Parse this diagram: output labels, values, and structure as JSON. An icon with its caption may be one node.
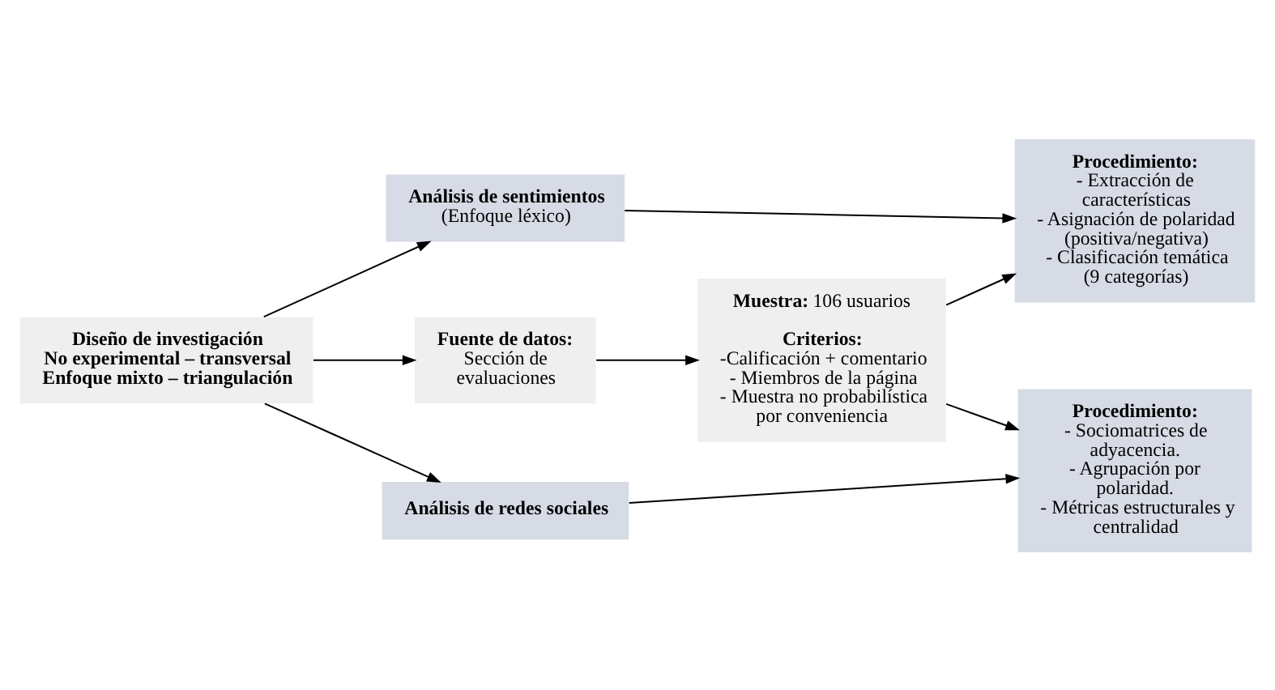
{
  "diagram": {
    "nodes": [
      {
        "text": [
          "Diseño de investigación",
          "No experimental – transversal",
          "Enfoque mixto – triangulación"
        ]
      },
      {
        "text": [
          "Análisis de sentimientos",
          "(Enfoque léxico)"
        ]
      },
      {
        "text": [
          "Procedimiento:",
          "- Extracción de características",
          "- Asignación de polaridad (positiva/negativa)",
          "- Clasificación temática (9 categorías)"
        ]
      },
      {
        "text": [
          "**Fuente de datos:** Sección de evaluaciones"
        ]
      },
      {
        "text": [
          "**Muestra:** 106 usuarios",
          "Criterios:",
          "-Calificación + comentario",
          "- Miembros de la página",
          "- Muestra no probabilística por conveniencia"
        ]
      },
      {
        "text": [
          "Análisis de redes sociales"
        ]
      },
      {
        "text": [
          "Procedimiento:",
          "- Sociomatrices de adyacencia.",
          "- Agrupación por polaridad.",
          "- Métricas estructurales y centralidad"
        ]
      }
    ],
    "edges": [
      {
        "from": 0,
        "to": 1,
        "arrow": "to"
      },
      {
        "from": 0,
        "to": 3,
        "arrow": "to"
      },
      {
        "from": 0,
        "to": 5,
        "arrow": "to"
      },
      {
        "from": 1,
        "to": 2,
        "arrow": "to"
      },
      {
        "from": 3,
        "to": 4,
        "arrow": "to"
      },
      {
        "from": 4,
        "to": 2,
        "arrow": "to"
      },
      {
        "from": 4,
        "to": 6,
        "arrow": "to"
      },
      {
        "from": 5,
        "to": 6,
        "arrow": "to"
      }
    ]
  }
}
